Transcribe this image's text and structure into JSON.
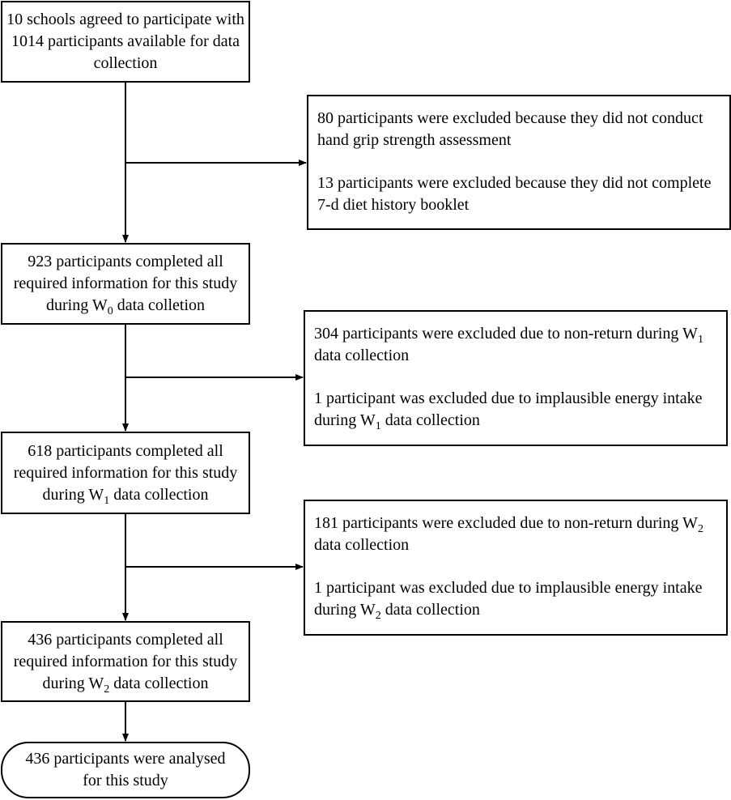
{
  "flow": {
    "start": {
      "text": "10 schools agreed to participate with 1014 participants available for data collection"
    },
    "exclusion_1": {
      "a": "80 participants were excluded because they did not conduct hand grip strength assessment",
      "b": "13 participants were excluded because they did not complete 7-d diet history booklet"
    },
    "stage_w0": {
      "pre": "923 participants completed all required information for this study during W",
      "sub": "0",
      "post": " data colletion"
    },
    "exclusion_2": {
      "a_pre": "304 participants were excluded due to non-return during W",
      "a_sub": "1",
      "a_post": " data collection",
      "b_pre": "1 participant was excluded due to implausible energy intake during W",
      "b_sub": "1",
      "b_post": " data collection"
    },
    "stage_w1": {
      "pre": "618 participants completed all required information for this study during W",
      "sub": "1",
      "post": " data collection"
    },
    "exclusion_3": {
      "a_pre": "181 participants were excluded due to non-return during W",
      "a_sub": "2",
      "a_post": " data collection",
      "b_pre": "1 participant was excluded due to implausible energy intake during W",
      "b_sub": "2",
      "b_post": " data collection"
    },
    "stage_w2": {
      "pre": "436 participants completed all required information for this study during W",
      "sub": "2",
      "post": " data collection"
    },
    "final": {
      "text": "436 participants were analysed for this study"
    }
  }
}
